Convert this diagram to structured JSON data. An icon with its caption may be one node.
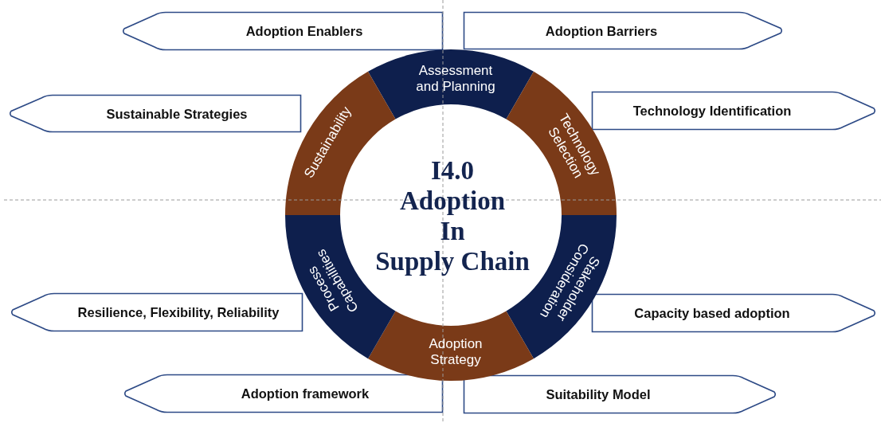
{
  "diagram": {
    "nodes": [
      {
        "text": [
          "Adoption Enablers"
        ]
      },
      {
        "text": [
          "Adoption Barriers"
        ]
      },
      {
        "text": [
          "Sustainable Strategies"
        ]
      },
      {
        "text": [
          "Technology Identification"
        ]
      },
      {
        "text": [
          "Resilience, Flexibility, Reliability"
        ]
      },
      {
        "text": [
          "Capacity based adoption"
        ]
      },
      {
        "text": [
          "Adoption framework"
        ]
      },
      {
        "text": [
          "Suitability Model"
        ]
      },
      {
        "text": [
          "I4.0 Adoption In Supply Chain"
        ]
      },
      {
        "text": [
          "Assessment and Planning"
        ]
      },
      {
        "text": [
          "Technology Selection"
        ]
      },
      {
        "text": [
          "Stakeholder Consideration"
        ]
      },
      {
        "text": [
          "Adoption Strategy"
        ]
      },
      {
        "text": [
          "Process Capabilities"
        ]
      },
      {
        "text": [
          "Sustainability"
        ]
      }
    ]
  }
}
